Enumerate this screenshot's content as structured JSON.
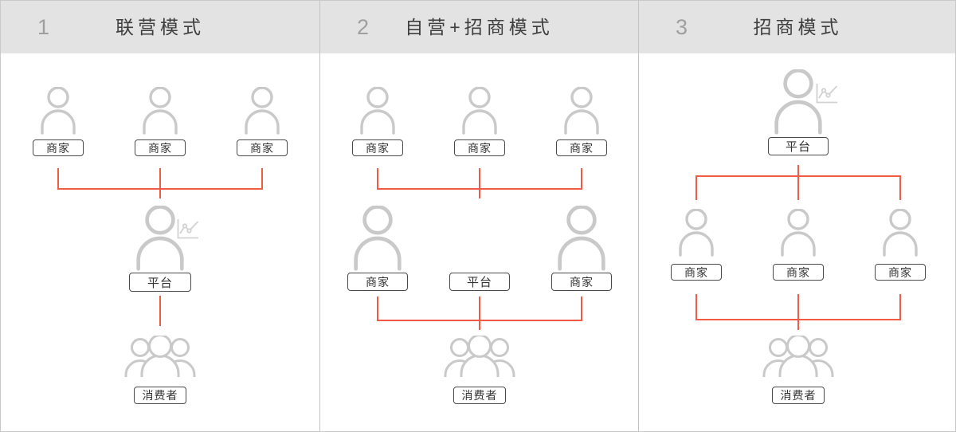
{
  "colors": {
    "header_bg": "#e3e3e3",
    "accent": "#f25b43",
    "icon": "#c9c9c9",
    "chart_icon": "#d2d2d2",
    "box_border": "#4a4a4a",
    "divider": "#c4c4c4",
    "title": "#3e3e3e",
    "number": "#9f9f9f"
  },
  "icons": {
    "person": "person-outline",
    "people_group": "people-group-outline",
    "chart": "line-chart"
  },
  "panels": [
    {
      "number": "1",
      "title": "联营模式",
      "top_row": [
        "商家",
        "商家",
        "商家"
      ],
      "platform_label": "平台",
      "consumer_label": "消费者"
    },
    {
      "number": "2",
      "title": "自营+招商模式",
      "top_row": [
        "商家",
        "商家",
        "商家"
      ],
      "middle_row": [
        "商家",
        "平台",
        "商家"
      ],
      "consumer_label": "消费者"
    },
    {
      "number": "3",
      "title": "招商模式",
      "platform_label": "平台",
      "middle_row": [
        "商家",
        "商家",
        "商家"
      ],
      "consumer_label": "消费者"
    }
  ]
}
